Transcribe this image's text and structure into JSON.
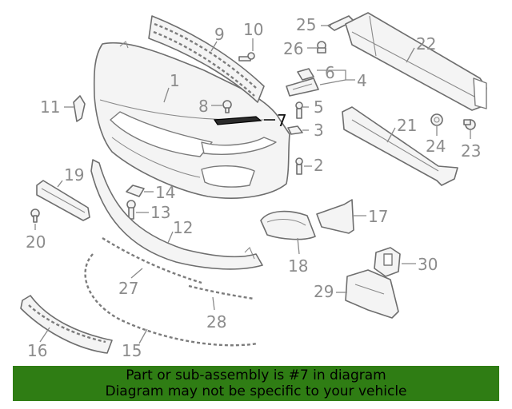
{
  "diagram": {
    "highlighted_part": "7",
    "labels": [
      "1",
      "2",
      "3",
      "4",
      "5",
      "6",
      "7",
      "8",
      "9",
      "10",
      "11",
      "12",
      "13",
      "14",
      "15",
      "16",
      "17",
      "18",
      "19",
      "20",
      "21",
      "22",
      "23",
      "24",
      "25",
      "26",
      "27",
      "28",
      "29",
      "30"
    ]
  },
  "banner": {
    "line1": "Part or sub-assembly is #7 in diagram",
    "line2": "Diagram may not be specific to your vehicle",
    "background_color": "#2f7d14"
  },
  "colors": {
    "label": "#8c8c8c",
    "highlight": "#111111"
  }
}
